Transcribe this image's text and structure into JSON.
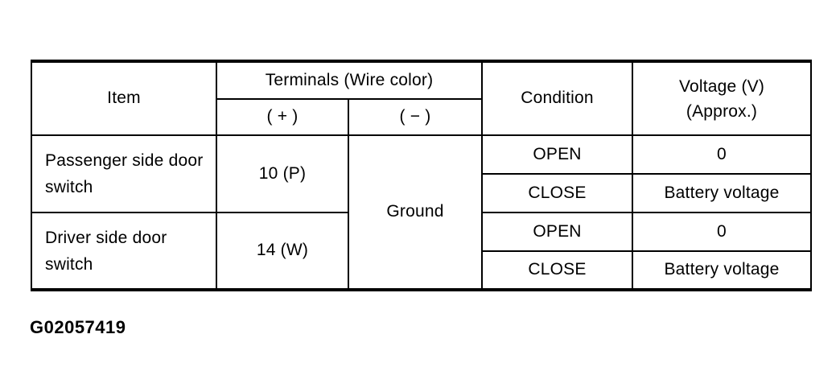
{
  "page": {
    "caption": "G02057419"
  },
  "colors": {
    "background": "#ffffff",
    "border": "#000000",
    "text": "#000000"
  },
  "table": {
    "headers": {
      "item": "Item",
      "terminals": "Terminals (Wire color)",
      "plus": "( + )",
      "minus": "( − )",
      "condition": "Condition",
      "voltage_line1": "Voltage (V)",
      "voltage_line2": "(Approx.)"
    },
    "ground": "Ground",
    "rows": [
      {
        "item": "Passenger side door switch",
        "plus": "10 (P)",
        "conditions": [
          {
            "condition": "OPEN",
            "voltage": "0"
          },
          {
            "condition": "CLOSE",
            "voltage": "Battery voltage"
          }
        ]
      },
      {
        "item": "Driver side door switch",
        "plus": "14 (W)",
        "conditions": [
          {
            "condition": "OPEN",
            "voltage": "0"
          },
          {
            "condition": "CLOSE",
            "voltage": "Battery voltage"
          }
        ]
      }
    ]
  }
}
